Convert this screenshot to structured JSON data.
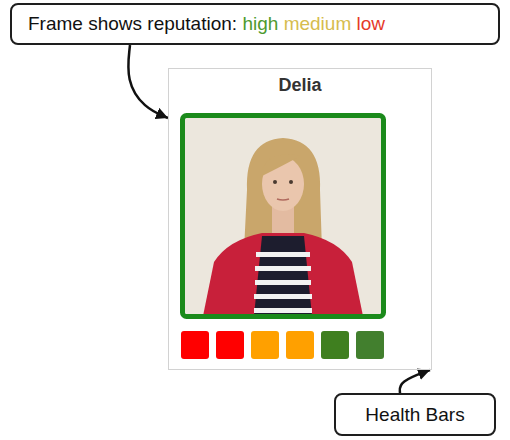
{
  "diagram": {
    "nodes": [
      {
        "text": [
          "Frame shows reputation:",
          "high",
          "medium",
          "low"
        ]
      },
      {
        "text": [
          "Delia"
        ]
      },
      {
        "text": [
          "Health Bars"
        ]
      }
    ],
    "edges": [
      {
        "from": 0,
        "to": 1,
        "arrow": "to"
      },
      {
        "from": 2,
        "to": 1,
        "arrow": "to"
      }
    ]
  }
}
